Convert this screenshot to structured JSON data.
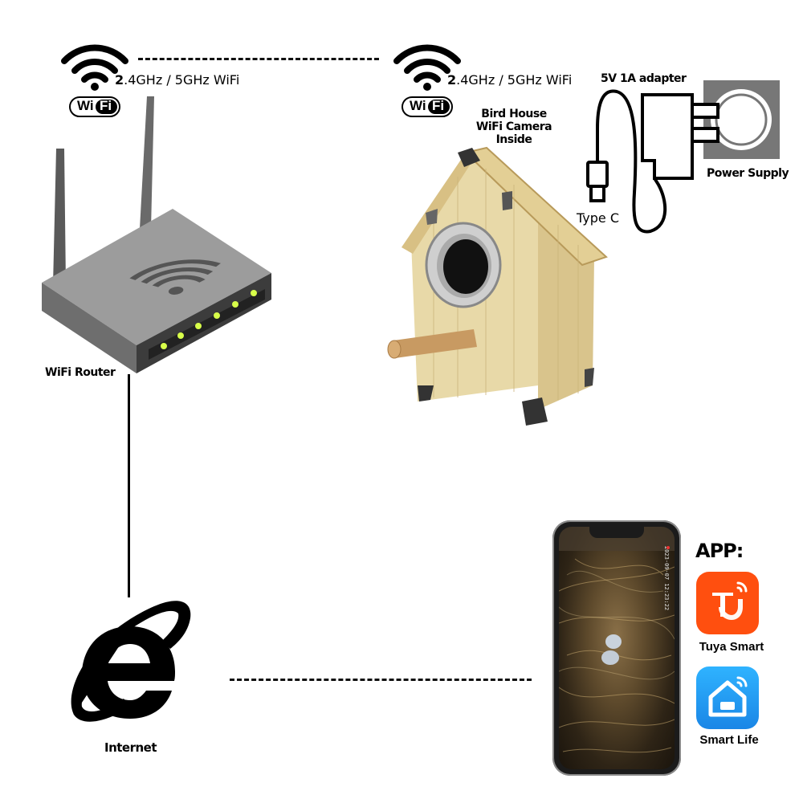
{
  "router": {
    "wifi_band_prefix": "2",
    "wifi_band_text": ".4GHz / 5GHz WiFi",
    "badge_left": "Wi",
    "badge_right": "Fi",
    "label": "WiFi Router"
  },
  "camera": {
    "wifi_band_prefix": "2",
    "wifi_band_text": ".4GHz / 5GHz WiFi",
    "badge_left": "Wi",
    "badge_right": "Fi",
    "title_line1": "Bird House",
    "title_line2": "WiFi Camera",
    "title_line3": "Inside"
  },
  "power": {
    "adapter_label": "5V 1A adapter",
    "connector_label": "Type C",
    "supply_label": "Power Supply"
  },
  "internet": {
    "label": "Internet"
  },
  "phone": {
    "overlay_text": "2023-09-07 12:23:22"
  },
  "apps": {
    "heading": "APP:",
    "items": [
      {
        "name": "Tuya Smart",
        "color": "#ff4f0f"
      },
      {
        "name": "Smart Life",
        "color": "#1e9bf0"
      }
    ]
  }
}
